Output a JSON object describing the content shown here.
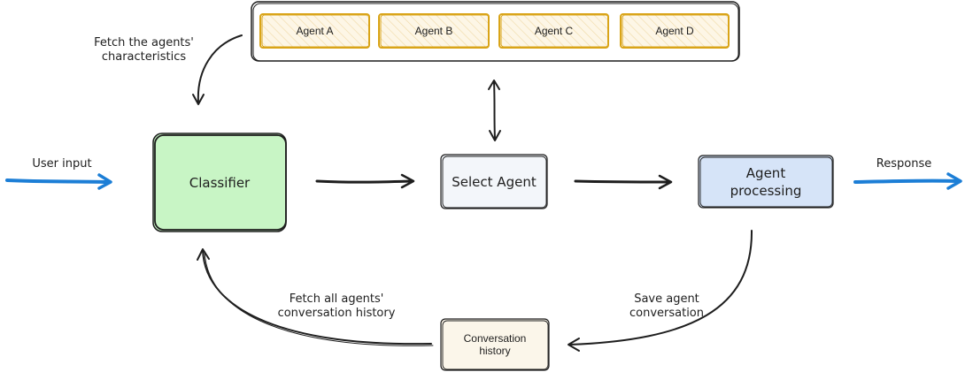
{
  "agents": {
    "items": [
      {
        "label": "Agent A"
      },
      {
        "label": "Agent B"
      },
      {
        "label": "Agent C"
      },
      {
        "label": "Agent D"
      }
    ],
    "fill_color": "#fbf0d8",
    "stroke_color": "#d9a418"
  },
  "nodes": {
    "classifier": {
      "label": "Classifier",
      "fill_color": "#c8f5c5"
    },
    "select_agent": {
      "label": "Select Agent",
      "fill_color": "#f3f6fa"
    },
    "agent_processing": {
      "label": "Agent\nprocessing",
      "fill_color": "#d6e4f8"
    },
    "conversation_history": {
      "label": "Conversation\nhistory",
      "fill_color": "#fbf6ea"
    }
  },
  "edges": {
    "fetch_characteristics": "Fetch the agents'\ncharacteristics",
    "user_input": "User input",
    "response": "Response",
    "fetch_history": "Fetch all agents'\nconversation history",
    "save_conversation": "Save agent\nconversation"
  },
  "colors": {
    "stroke": "#1e1e1e",
    "io_arrow": "#1c7ed6"
  }
}
